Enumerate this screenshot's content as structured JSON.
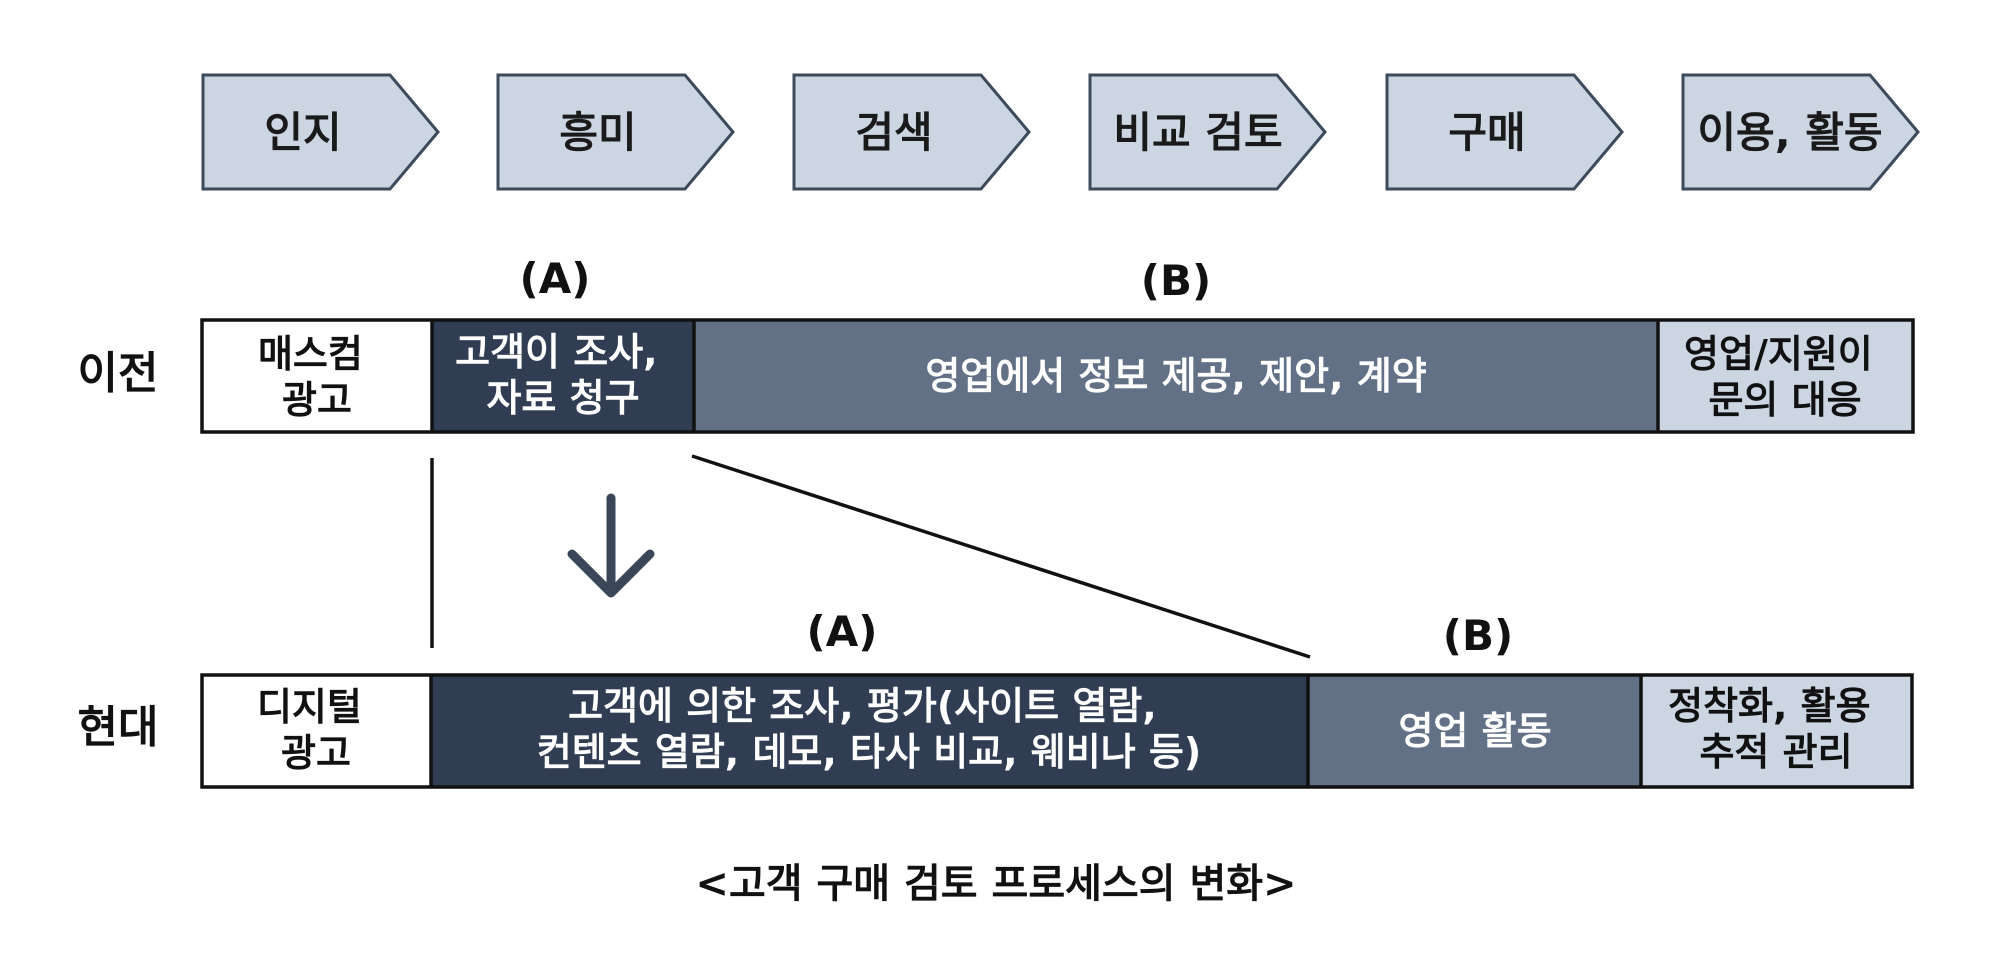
{
  "colors": {
    "step_fill": "#ccd5e2",
    "step_stroke": "#3d4a5c",
    "dark_navy": "#313d52",
    "slate": "#637186",
    "light_blue": "#ccd5e2",
    "white": "#ffffff",
    "arrow": "#3b4658"
  },
  "steps": [
    "인지",
    "흥미",
    "검색",
    "비교 검토",
    "구매",
    "이용, 활동"
  ],
  "rows": {
    "before": {
      "label": "이전",
      "markers": {
        "a": "(A)",
        "b": "(B)"
      },
      "segments": [
        {
          "lines": [
            "매스컴",
            "광고"
          ],
          "style": "white"
        },
        {
          "lines": [
            "고객이 조사,",
            "자료 청구"
          ],
          "style": "dark_navy"
        },
        {
          "lines": [
            "영업에서 정보 제공, 제안, 계약"
          ],
          "style": "slate"
        },
        {
          "lines": [
            "영업/지원이",
            "문의 대응"
          ],
          "style": "light_blue"
        }
      ]
    },
    "after": {
      "label": "현대",
      "markers": {
        "a": "(A)",
        "b": "(B)"
      },
      "segments": [
        {
          "lines": [
            "디지털",
            "광고"
          ],
          "style": "white"
        },
        {
          "lines": [
            "고객에 의한 조사, 평가(사이트 열람,",
            "컨텐츠 열람, 데모, 타사 비교, 웨비나 등)"
          ],
          "style": "dark_navy"
        },
        {
          "lines": [
            "영업 활동"
          ],
          "style": "slate"
        },
        {
          "lines": [
            "정착화, 활용",
            "추적 관리"
          ],
          "style": "light_blue"
        }
      ]
    }
  },
  "transition_icon": "down-arrow-icon",
  "caption": "<고객 구매 검토 프로세스의 변화>"
}
